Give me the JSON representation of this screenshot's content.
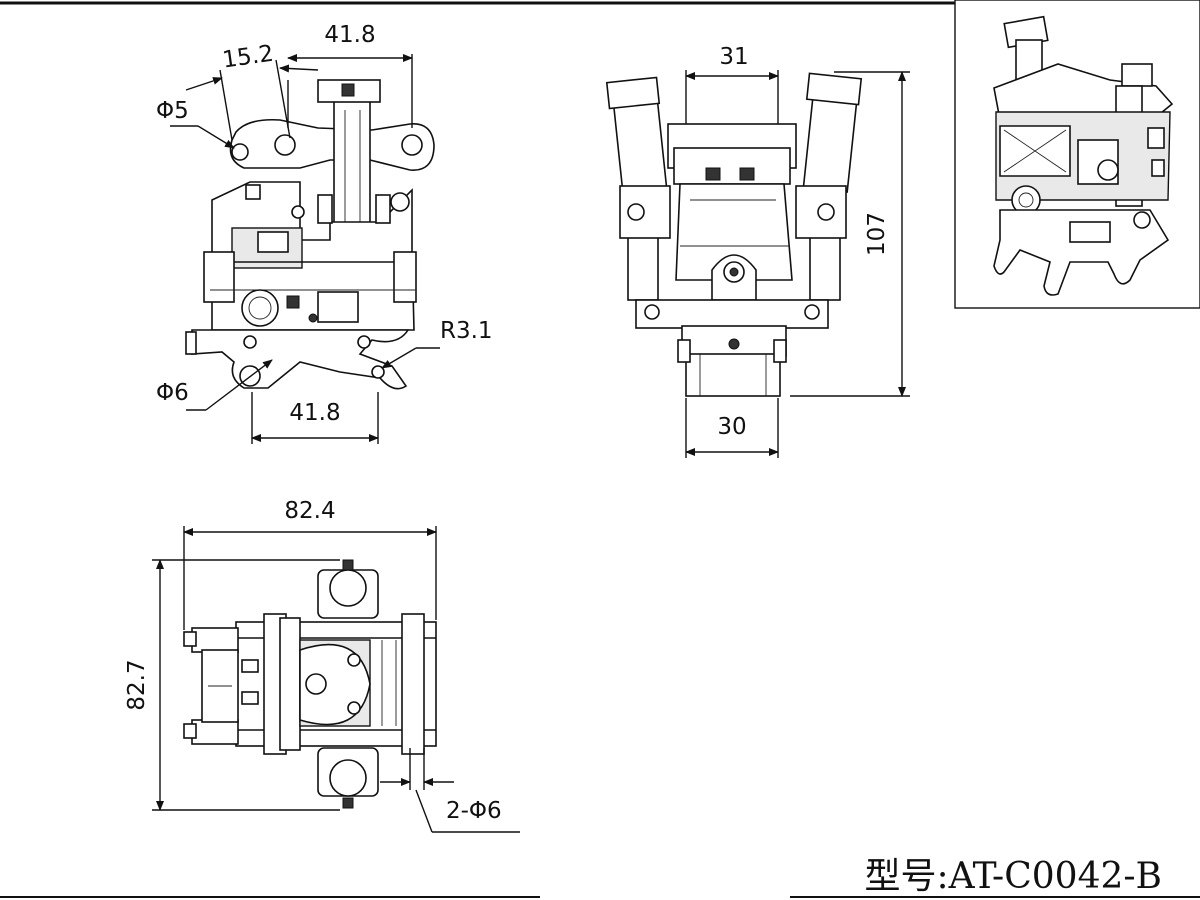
{
  "dimensions": {
    "side_view": {
      "top_width": "41.8",
      "pin_offset": "15.2",
      "pin_hole": "Φ5",
      "bottom_hole": "Φ6",
      "hook_radius": "R3.1",
      "bottom_width": "41.8"
    },
    "front_view": {
      "top_width": "31",
      "height": "107",
      "bottom_width": "30"
    },
    "top_view": {
      "width": "82.4",
      "depth": "82.7",
      "holes": "2-Φ6"
    }
  },
  "model_label": "型号:AT-C0042-B"
}
